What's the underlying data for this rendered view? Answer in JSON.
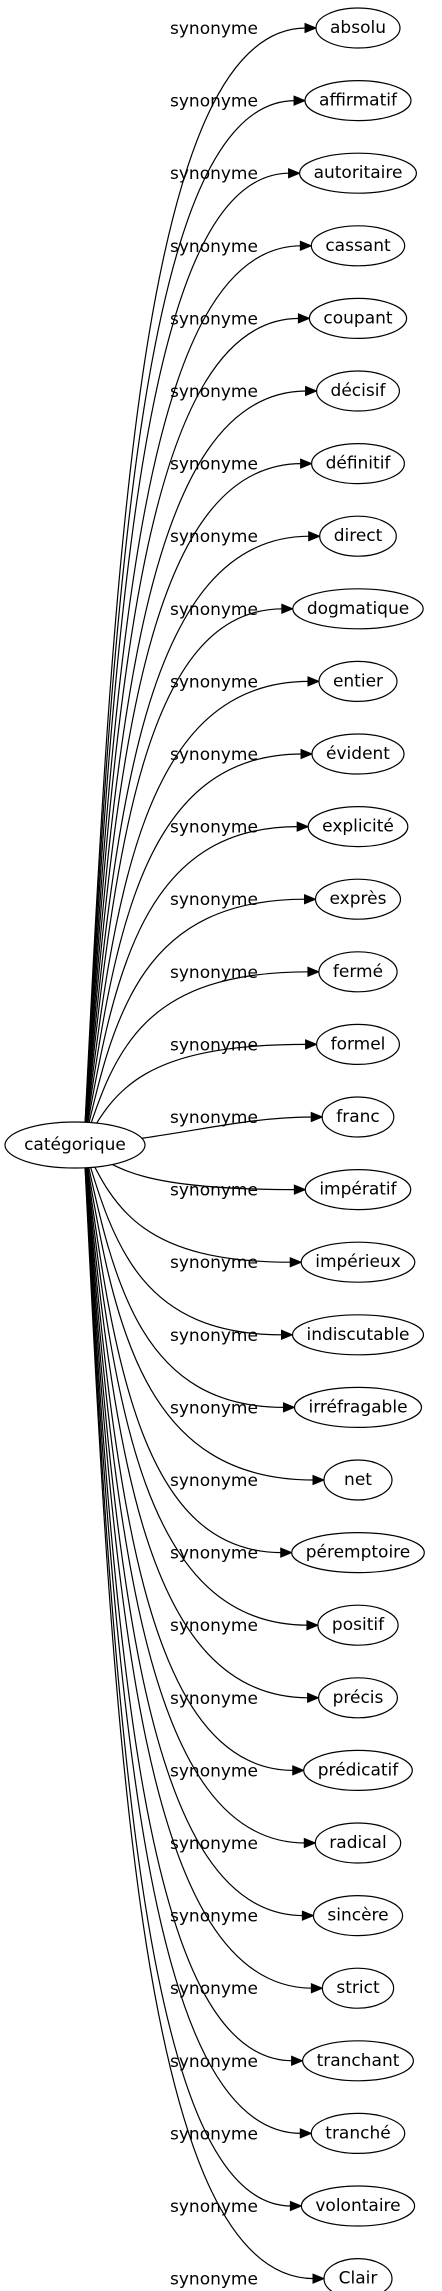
{
  "root": {
    "label": "catégorique"
  },
  "edge_label": "synonyme",
  "synonyms": [
    "absolu",
    "affirmatif",
    "autoritaire",
    "cassant",
    "coupant",
    "décisif",
    "définitif",
    "direct",
    "dogmatique",
    "entier",
    "évident",
    "explicité",
    "exprès",
    "fermé",
    "formel",
    "franc",
    "impératif",
    "impérieux",
    "indiscutable",
    "irréfragable",
    "net",
    "péremptoire",
    "positif",
    "précis",
    "prédicatif",
    "radical",
    "sincère",
    "strict",
    "tranchant",
    "tranché",
    "volontaire",
    "Clair"
  ]
}
